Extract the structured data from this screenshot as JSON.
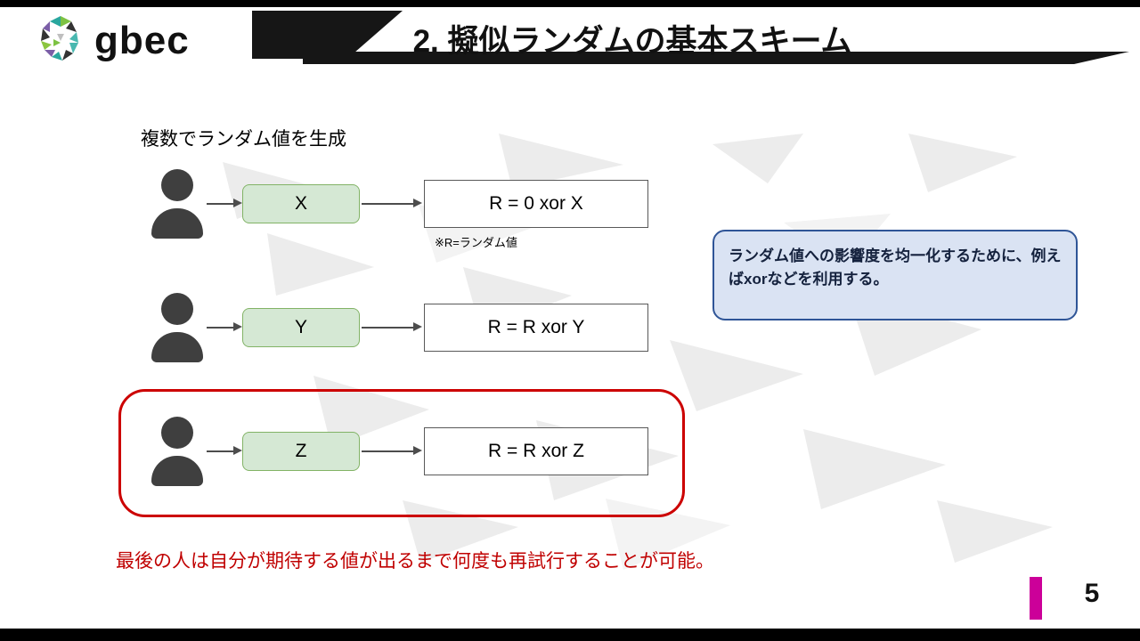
{
  "header": {
    "logo_text": "gbec",
    "title": "2. 擬似ランダムの基本スキーム"
  },
  "main": {
    "heading": "複数でランダム値を生成",
    "note": "※R=ランダム値",
    "rows": [
      {
        "label": "X",
        "formula": "R = 0 xor X"
      },
      {
        "label": "Y",
        "formula": "R = R xor Y"
      },
      {
        "label": "Z",
        "formula": "R = R xor Z"
      }
    ],
    "callout": "ランダム値への影響度を均一化するために、例えばxorなどを利用する。",
    "footer_note": "最後の人は自分が期待する値が出るまで何度も再試行することが可能。"
  },
  "footer": {
    "page_number": "5"
  },
  "icons": {
    "person": "person-icon",
    "arrow": "arrow-right-icon",
    "logo": "gbec-logo-icon"
  },
  "colors": {
    "input_fill": "#d5e8d4",
    "input_border": "#82b366",
    "callout_fill": "#dae3f3",
    "callout_border": "#2f5597",
    "highlight_red": "#cc0000",
    "footer_red": "#c00000",
    "accent_pink": "#cc0099",
    "person_gray": "#3f3f3f"
  }
}
